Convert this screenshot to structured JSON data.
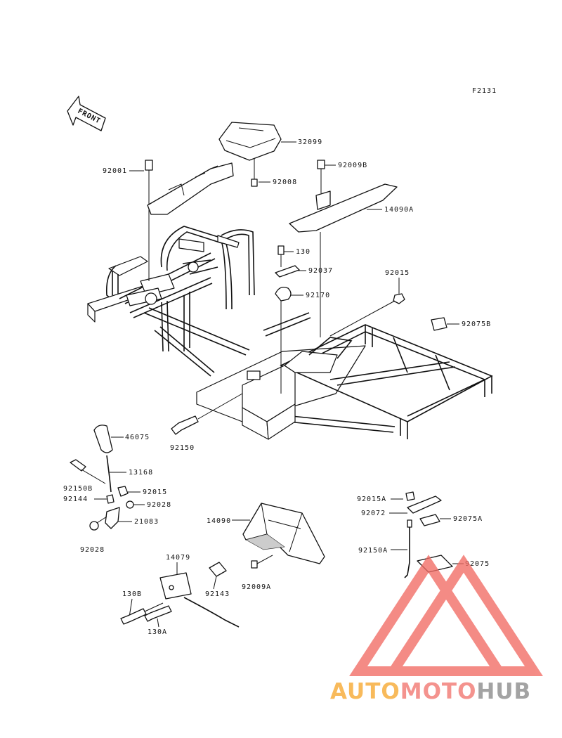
{
  "diagram": {
    "code": "F2131",
    "front_label": "FRONT",
    "parts": [
      {
        "id": "p32099",
        "label": "32099"
      },
      {
        "id": "p92001",
        "label": "92001"
      },
      {
        "id": "p92008",
        "label": "92008"
      },
      {
        "id": "p92009b",
        "label": "92009B"
      },
      {
        "id": "p14090a",
        "label": "14090A"
      },
      {
        "id": "p130",
        "label": "130"
      },
      {
        "id": "p92037",
        "label": "92037"
      },
      {
        "id": "p92170",
        "label": "92170"
      },
      {
        "id": "p92015top",
        "label": "92015"
      },
      {
        "id": "p92075b",
        "label": "92075B"
      },
      {
        "id": "p92150",
        "label": "92150"
      },
      {
        "id": "p46075",
        "label": "46075"
      },
      {
        "id": "p13168",
        "label": "13168"
      },
      {
        "id": "p92150b",
        "label": "92150B"
      },
      {
        "id": "p92015mid",
        "label": "92015"
      },
      {
        "id": "p92144",
        "label": "92144"
      },
      {
        "id": "p92028a",
        "label": "92028"
      },
      {
        "id": "p21083",
        "label": "21083"
      },
      {
        "id": "p92028b",
        "label": "92028"
      },
      {
        "id": "p14090",
        "label": "14090"
      },
      {
        "id": "p92009a",
        "label": "92009A"
      },
      {
        "id": "p14079",
        "label": "14079"
      },
      {
        "id": "p92143",
        "label": "92143"
      },
      {
        "id": "p130b",
        "label": "130B"
      },
      {
        "id": "p130a",
        "label": "130A"
      },
      {
        "id": "p92015a",
        "label": "92015A"
      },
      {
        "id": "p92072",
        "label": "92072"
      },
      {
        "id": "p92075a",
        "label": "92075A"
      },
      {
        "id": "p92150a",
        "label": "92150A"
      },
      {
        "id": "p92075",
        "label": "92075"
      }
    ]
  },
  "watermark": {
    "part1": "AUTO",
    "part2": "MOTO",
    "part3": "HUB",
    "colors": {
      "part1": "#f7a72e",
      "part2": "#f2766f",
      "part3": "#8a8a8a",
      "triangle": "#f26b64"
    }
  }
}
